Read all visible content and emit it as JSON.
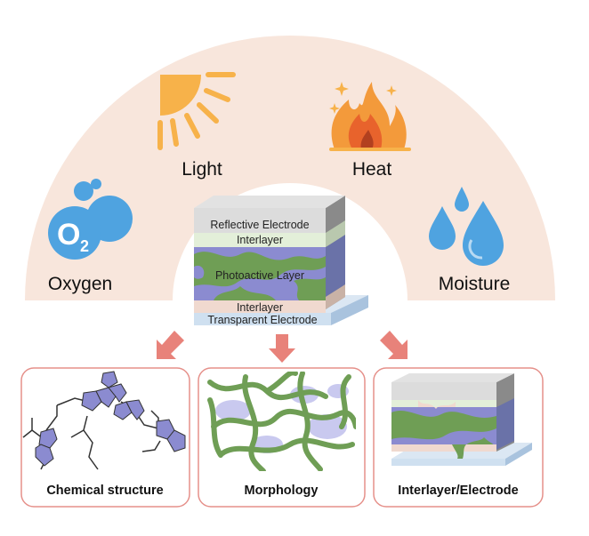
{
  "stressors": {
    "light": "Light",
    "heat": "Heat",
    "oxygen": "Oxygen",
    "oxygen_symbol": "O",
    "oxygen_subscript": "2",
    "moisture": "Moisture"
  },
  "device": {
    "layers": [
      "Reflective Electrode",
      "Interlayer",
      "Photoactive Layer",
      "Interlayer",
      "Transparent Electrode"
    ]
  },
  "factors": [
    "Chemical structure",
    "Morphology",
    "Interlayer/Electrode"
  ],
  "colors": {
    "arc_fill": "#f8e6dc",
    "arrow": "#e8827a",
    "box_border": "#e5908a",
    "green": "#6f9e55",
    "purple": "#8b8bd0",
    "electrode_gray": "#dcdcdc",
    "interlayer_green": "#e3efd9",
    "interlayer_pink": "#f0d9cf",
    "transparent_blue": "#cfe0f0",
    "water_blue": "#4fa3e0",
    "sun_orange": "#f7b24a",
    "flame_orange": "#f39a3b"
  }
}
